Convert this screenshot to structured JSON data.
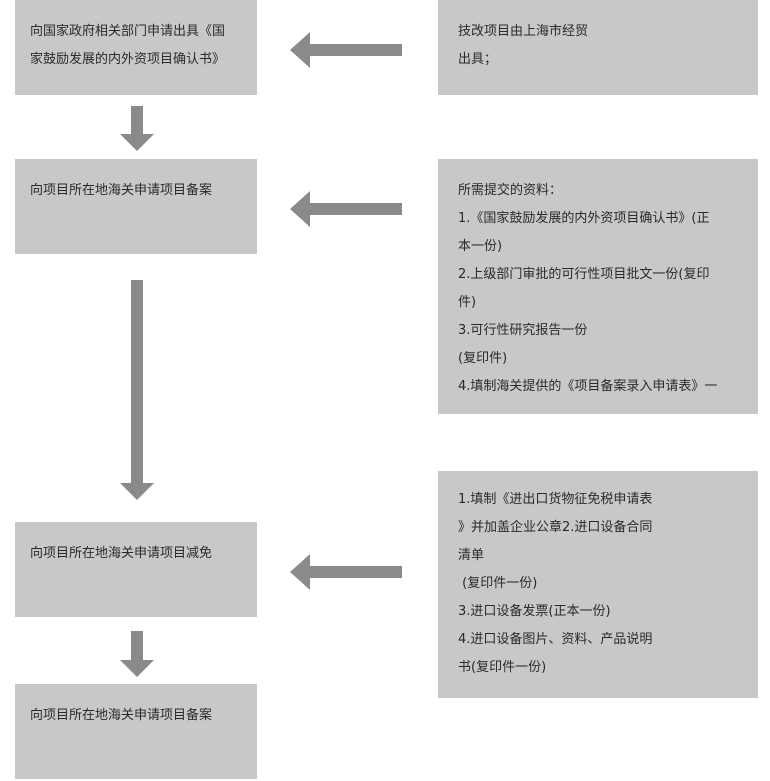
{
  "steps": [
    {
      "lines": [
        "向国家政府相关部门申请出具《国",
        "家鼓励发展的内外资项目确认书》"
      ]
    },
    {
      "lines": [
        "向项目所在地海关申请项目备案"
      ]
    },
    {
      "lines": [
        "向项目所在地海关申请项目减免"
      ]
    },
    {
      "lines": [
        "向项目所在地海关申请项目备案"
      ]
    }
  ],
  "notes": [
    {
      "lines": [
        "技改项目由上海市经贸",
        "出具；"
      ]
    },
    {
      "lines": [
        "所需提交的资料：",
        "1.《国家鼓励发展的内外资项目确认书》(正",
        "本一份)",
        "2.上级部门审批的可行性项目批文一份(复印",
        "件)",
        "3.可行性研究报告一份",
        "(复印件)",
        "4.填制海关提供的《项目备案录入申请表》一"
      ]
    },
    {
      "lines": [
        "1.填制《进出口货物征免税申请表",
        "》并加盖企业公章2.进口设备合同",
        "清单",
        " (复印件一份)",
        "3.进口设备发票(正本一份)",
        "4.进口设备图片、资料、产品说明",
        "书(复印件一份)"
      ]
    }
  ],
  "colors": {
    "box_fill": "#c8c8c8",
    "arrow_fill": "#8a8a8a",
    "text": "#2a2a2a"
  }
}
